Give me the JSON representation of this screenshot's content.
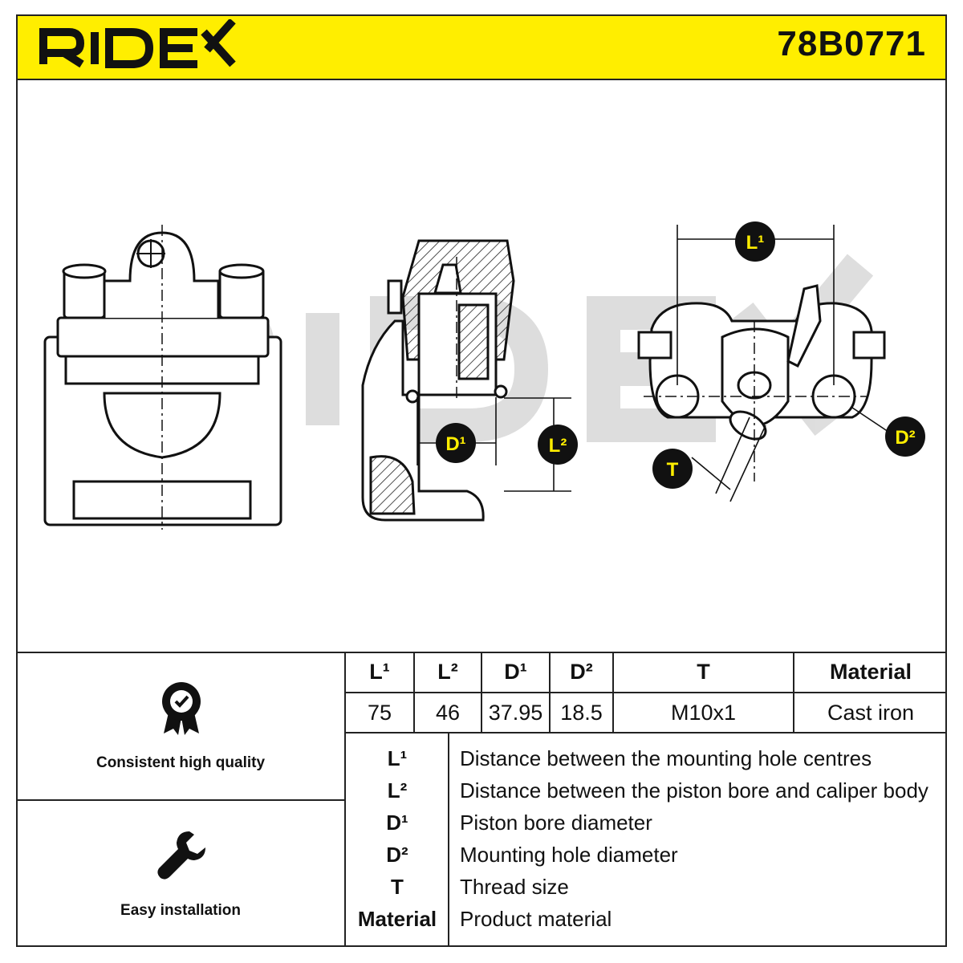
{
  "header": {
    "brand": "RIDEX",
    "part_number": "78B0771"
  },
  "diagram": {
    "labels": {
      "l1": "L¹",
      "l2": "L²",
      "d1": "D¹",
      "d2": "D²",
      "t": "T"
    },
    "watermark": "RIDEX"
  },
  "features": [
    {
      "label": "Consistent high quality",
      "icon": "quality-badge-icon"
    },
    {
      "label": "Easy installation",
      "icon": "wrench-icon"
    }
  ],
  "specs": {
    "headers": [
      "L¹",
      "L²",
      "D¹",
      "D²",
      "T",
      "Material"
    ],
    "values": [
      "75",
      "46",
      "37.95",
      "18.5",
      "M10x1",
      "Cast iron"
    ]
  },
  "legend": [
    {
      "key": "L¹",
      "desc": "Distance between the mounting hole centres"
    },
    {
      "key": "L²",
      "desc": "Distance between the piston bore and caliper body"
    },
    {
      "key": "D¹",
      "desc": "Piston bore diameter"
    },
    {
      "key": "D²",
      "desc": "Mounting hole diameter"
    },
    {
      "key": "T",
      "desc": "Thread size"
    },
    {
      "key": "Material",
      "desc": "Product material"
    }
  ]
}
